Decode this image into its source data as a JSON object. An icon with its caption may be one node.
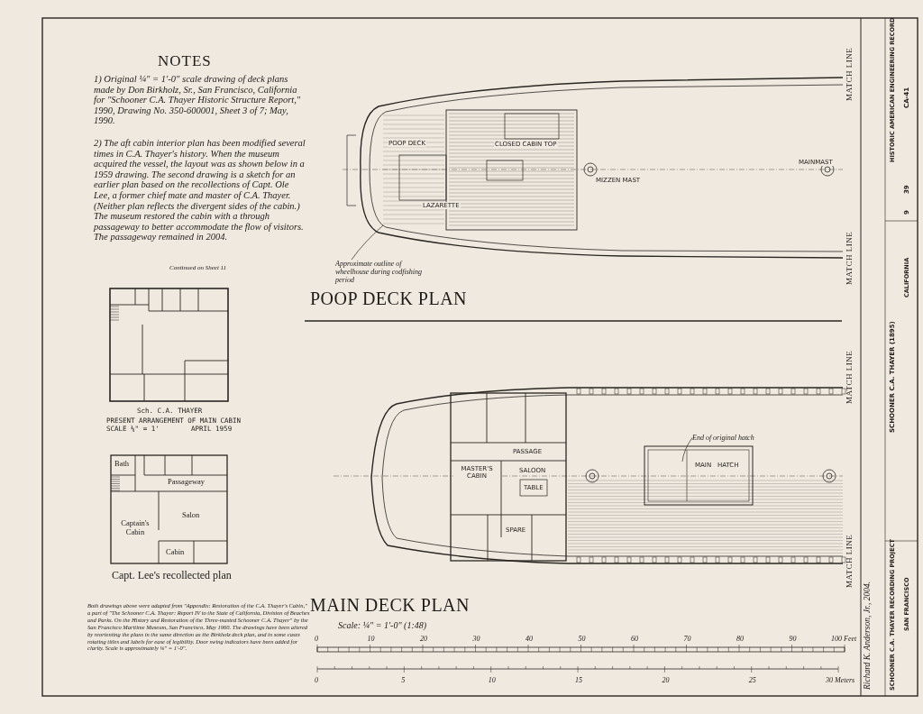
{
  "diagram": {
    "nodes": [
      {
        "text": [
          "Approximate outline of wheelhouse during codfishing period"
        ]
      },
      {
        "text": [
          "End of original hatch"
        ]
      }
    ],
    "edges": [
      {
        "from": 0,
        "to": null,
        "arrow": "none"
      },
      {
        "from": 1,
        "to": null,
        "arrow": "none"
      }
    ],
    "labels": [
      "NOTES",
      "1) Original ¼\" = 1'-0\" scale drawing of deck plans made by Don Birkholz, Sr., San Francisco, California for \"Schooner C.A. Thayer Historic Structure Report,\" 1990, Drawing No. 350-600001, Sheet 3 of 7; May, 1990.",
      "2) The aft cabin interior plan has been modified several times in C.A. Thayer's history. When the museum acquired the vessel, the layout was as shown below in a 1959 drawing. The second drawing is a sketch for an earlier plan based on the recollections of Capt. Ole Lee, a former chief mate and master of C.A. Thayer. (Neither plan reflects the divergent sides of the cabin.) The museum restored the cabin with a through passageway to better accommodate the flow of visitors. The passageway remained in 2004.",
      "Continued on Sheet 11",
      "Sch. C.A. THAYER",
      "PRESENT ARRANGEMENT OF MAIN CABIN",
      "SCALE ¼\" = 1'",
      "APRIL 1959",
      "Bath",
      "Passageway",
      "Captain's Cabin",
      "Salon",
      "Cabin",
      "Capt. Lee's recollected plan",
      "Both drawings above were adapted from \"Appendix: Restoration of the C.A. Thayer's Cabin,\" a part of \"The Schooner C.A. Thayer: Report IV to the State of California, Division of Beaches and Parks. On the History and Restoration of the Three-masted Schooner C.A. Thayer\" by the San Francisco Maritime Museum, San Francisco, May 1960. The drawings have been altered by reorienting the plans in the same direction as the Birkholz deck plan, and in some cases rotating titles and labels for ease of legibility. Door swing indicators have been added for clarity. Scale is approximately ⅛\" = 1'-0\".",
      "POOP DECK",
      "CLOSED CABIN TOP",
      "LAZARETTE",
      "MIZZEN MAST",
      "MAINMAST",
      "MATCH LINE",
      "MATCH LINE",
      "POOP DECK PLAN",
      "MASTER'S CABIN",
      "PASSAGE",
      "SALOON",
      "TABLE",
      "SPARE",
      "MATCH LINE",
      "MATCH LINE",
      "MAIN",
      "HATCH",
      "MAIN DECK PLAN",
      "Scale: ¼\" = 1'-0\" (1:48)",
      "0",
      "10",
      "20",
      "30",
      "40",
      "50",
      "60",
      "70",
      "80",
      "90",
      "100 Feet",
      "0",
      "5",
      "10",
      "15",
      "20",
      "25",
      "30 Meters",
      "Richard K. Anderson, Jr., 2004.",
      "SCHOONER C.A. THAYER RECORDING PROJECT",
      "SAN FRANCISCO",
      "SCHOONER C.A. THAYER (1895)",
      "CALIFORNIA",
      "9",
      "39",
      "HISTORIC AMERICAN ENGINEERING RECORD",
      "CA-41"
    ]
  }
}
